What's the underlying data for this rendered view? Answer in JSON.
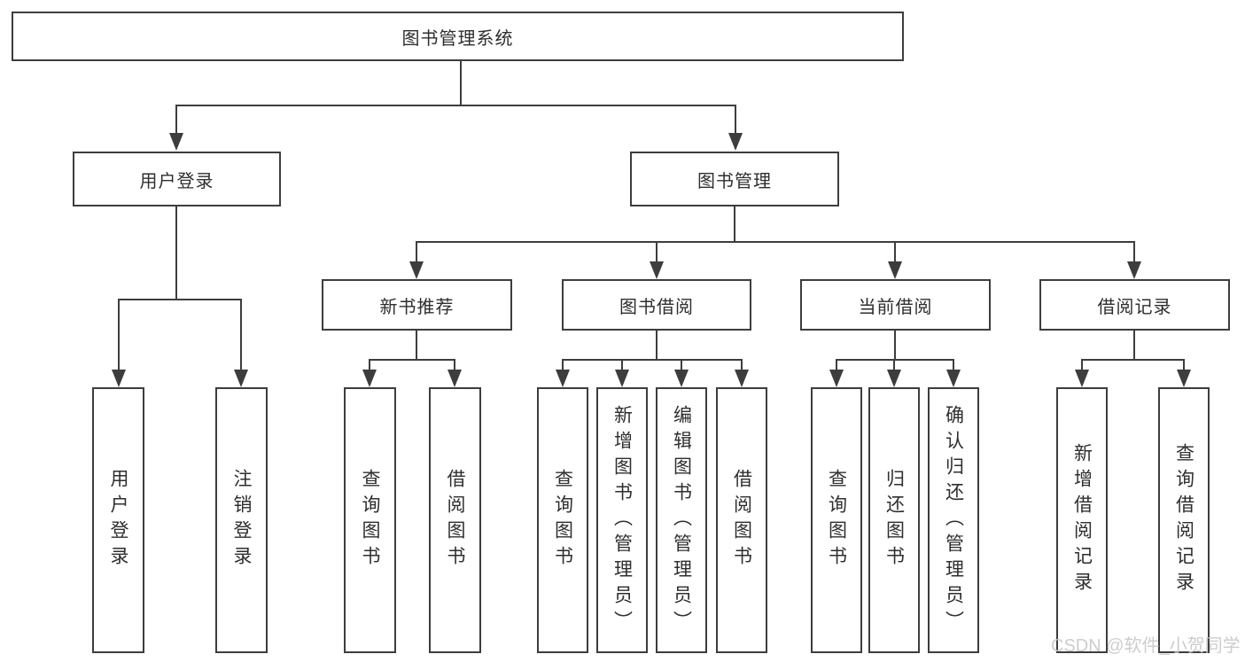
{
  "nodes": {
    "root": "图书管理系统",
    "user_login": "用户登录",
    "book_mgmt": "图书管理",
    "login": "用户登录",
    "logout": "注销登录",
    "new_books": "新书推荐",
    "book_borrow": "图书借阅",
    "current_borrow": "当前借阅",
    "borrow_records": "借阅记录",
    "nb_query": "查询图书",
    "nb_borrow": "借阅图书",
    "bb_query": "查询图书",
    "bb_add": "新增图书（管理员）",
    "bb_edit": "编辑图书（管理员）",
    "bb_borrow": "借阅图书",
    "cb_query": "查询图书",
    "cb_return": "归还图书",
    "cb_confirm": "确认归还（管理员）",
    "br_add": "新增借阅记录",
    "br_query": "查询借阅记录"
  },
  "watermark": "CSDN @软件_小贺同学",
  "colors": {
    "line": "#3d3d3d",
    "text": "#2e2e2e",
    "watermark": "#c8c8c8",
    "background": "#ffffff"
  }
}
